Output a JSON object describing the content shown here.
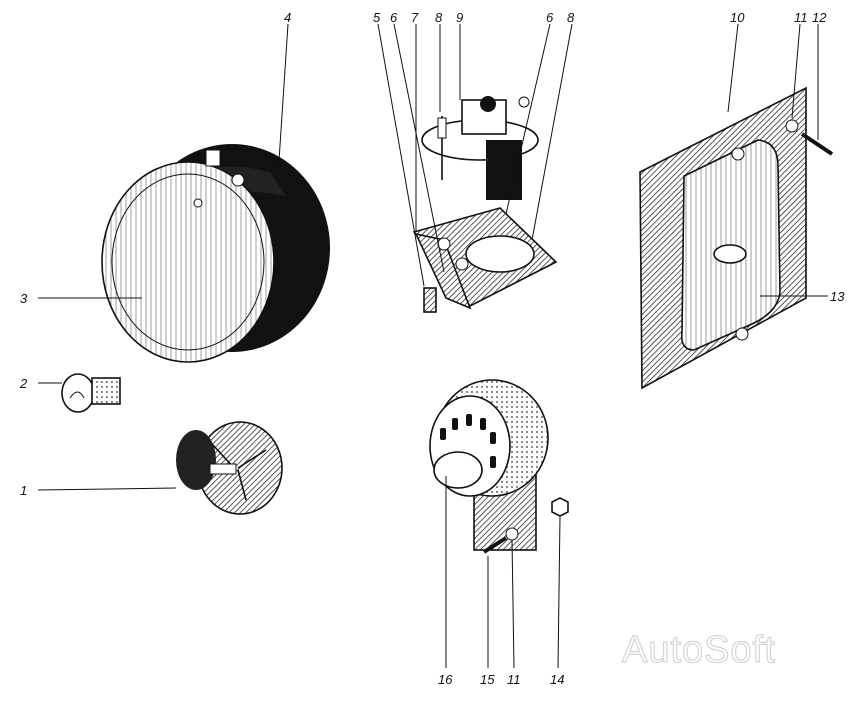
{
  "diagram": {
    "callouts": [
      "1",
      "2",
      "3",
      "4",
      "5",
      "6",
      "7",
      "8",
      "9",
      "6",
      "8",
      "10",
      "11",
      "12",
      "13",
      "16",
      "15",
      "11",
      "14"
    ]
  },
  "watermark": "AutoSoft",
  "colors": {
    "ink": "#111111",
    "paper": "#ffffff",
    "watermark": "#d4d4d4"
  }
}
